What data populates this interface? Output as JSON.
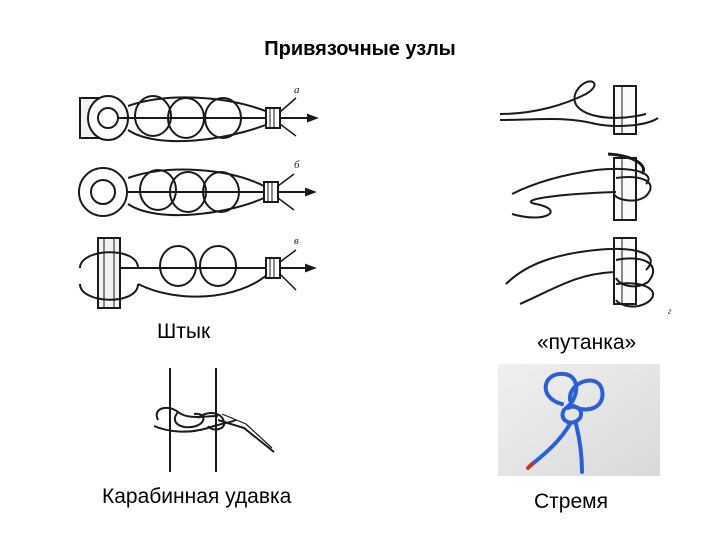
{
  "slide": {
    "title": "Привязочные узлы"
  },
  "figures": {
    "shtyk": {
      "caption": "Штык",
      "panel_labels": [
        "а",
        "б",
        "в"
      ]
    },
    "putanka": {
      "caption": "«путанка»",
      "corner_label": "г"
    },
    "karabin": {
      "caption": "Карабинная удавка"
    },
    "stremya": {
      "caption": "Стремя"
    }
  },
  "colors": {
    "rope_line": "#1a1a1a",
    "photo_background": "#e6e6e6",
    "blue_rope": "#2a5fd6",
    "rope_tip": "#c0392b"
  }
}
